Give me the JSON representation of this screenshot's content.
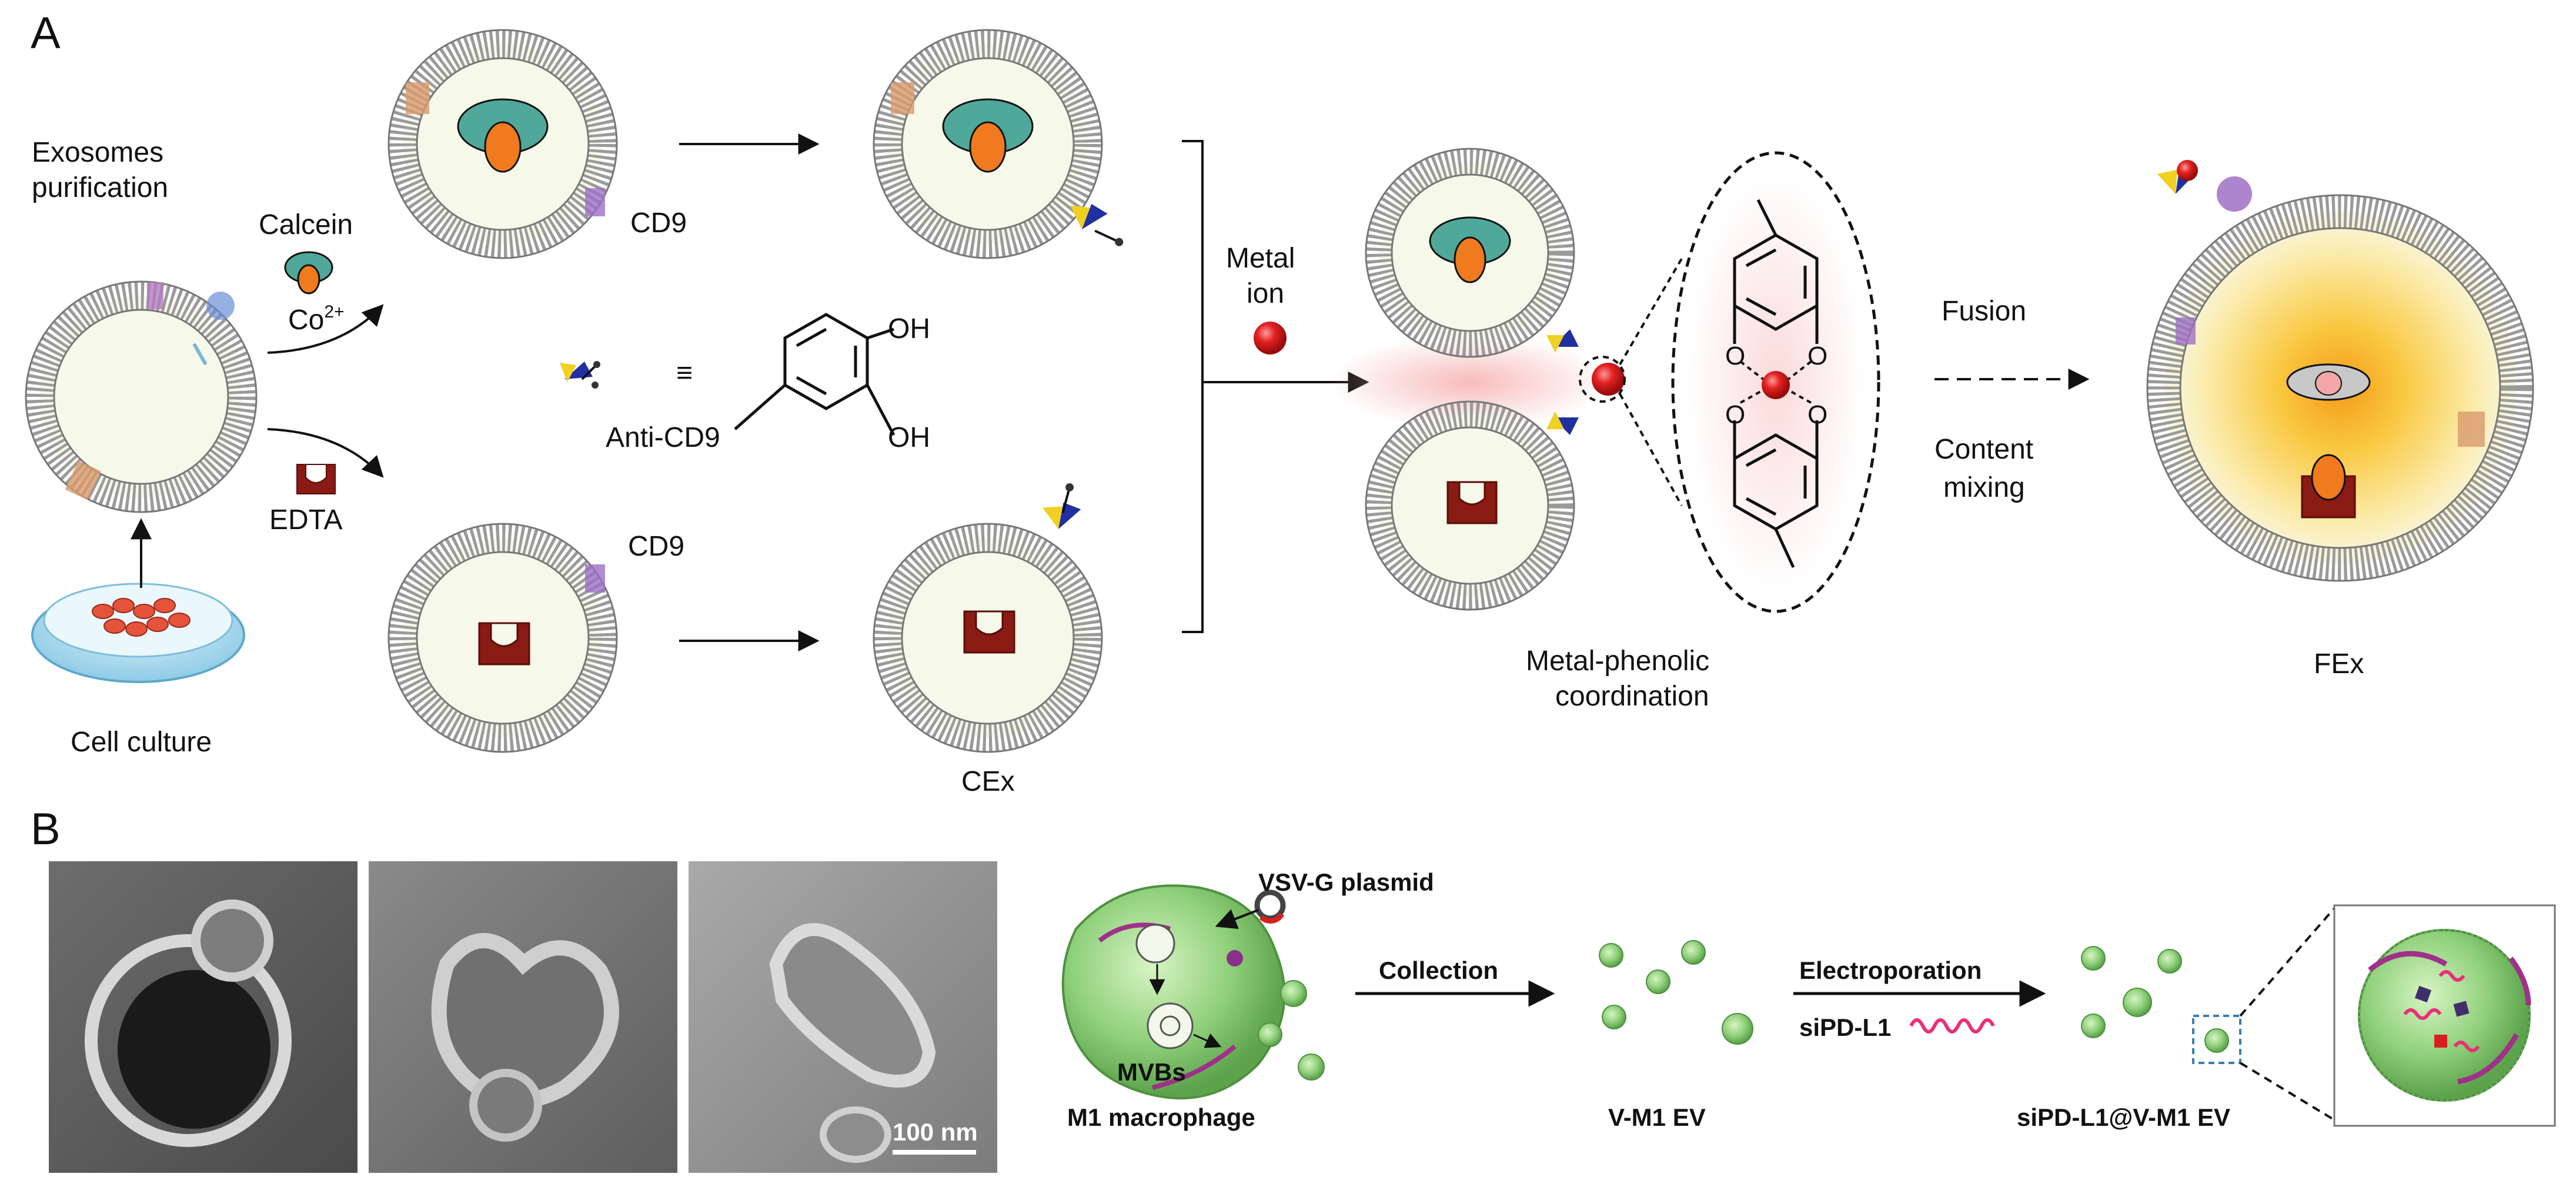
{
  "panels": {
    "a": "A",
    "b": "B"
  },
  "labels": {
    "exosomes_purification_1": "Exosomes",
    "exosomes_purification_2": "purification",
    "calcein": "Calcein",
    "cobalt": "Co",
    "cobalt_charge": "2+",
    "edta": "EDTA",
    "cell_culture": "Cell culture",
    "cd9_top": "CD9",
    "cd9_bottom": "CD9",
    "equiv": "≡",
    "anti_cd9": "Anti-CD9",
    "oh_top": "OH",
    "oh_bottom": "OH",
    "cex": "CEx",
    "metal_ion_1": "Metal",
    "metal_ion_2": "ion",
    "metal_phenolic_1": "Metal-phenolic",
    "metal_phenolic_2": "coordination",
    "fusion": "Fusion",
    "content_mixing_1": "Content",
    "content_mixing_2": "mixing",
    "fex": "FEx",
    "scale_bar": "100 nm",
    "vsvg_plasmid": "VSV-G plasmid",
    "mvbs": "MVBs",
    "m1_macrophage": "M1 macrophage",
    "collection": "Collection",
    "vm1_ev": "V-M1 EV",
    "electroporation": "Electroporation",
    "sipd_l1": "siPD-L1",
    "sipd_l1_vm1_ev": "siPD-L1@V-M1 EV",
    "chem_o": "O"
  },
  "colors": {
    "membrane": "#9a9a9a",
    "vesicle_fill": "#f6f8ea",
    "calcein_ring": "#4fa89a",
    "cobalt_core": "#f07a1e",
    "edta": "#8a1a14",
    "metal_ion": "#d81e1e",
    "macrophage": "#8fd07a",
    "sirna": "#e8307a",
    "fusion_glow": "#f7c53a"
  }
}
